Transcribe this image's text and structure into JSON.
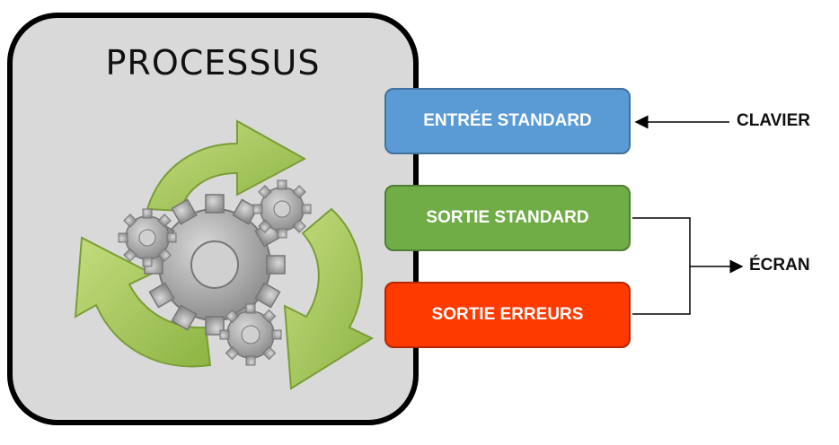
{
  "process": {
    "title": "PROCESSUS"
  },
  "streams": {
    "stdin": {
      "label": "ENTRÉE STANDARD",
      "color": "#5b9bd5"
    },
    "stdout": {
      "label": "SORTIE STANDARD",
      "color": "#70ad47"
    },
    "stderr": {
      "label": "SORTIE ERREURS",
      "color": "#ff3a00"
    }
  },
  "devices": {
    "keyboard": "CLAVIER",
    "screen": "ÉCRAN"
  },
  "illustration": {
    "icon": "recycle-gears-icon",
    "arrow_color": "#9dc356",
    "gear_color": "#a6a6a6"
  }
}
